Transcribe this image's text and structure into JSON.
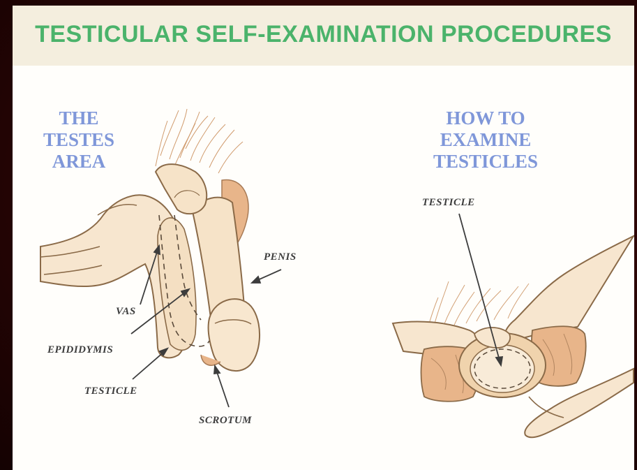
{
  "title": "TESTICULAR SELF-EXAMINATION PROCEDURES",
  "left_panel": {
    "heading": [
      "THE",
      "TESTES",
      "AREA"
    ],
    "labels": {
      "penis": "PENIS",
      "vas": "VAS",
      "epididymis": "EPIDIDYMIS",
      "testicle": "TESTICLE",
      "scrotum": "SCROTUM"
    }
  },
  "right_panel": {
    "heading": [
      "HOW TO",
      "EXAMINE",
      "TESTICLES"
    ],
    "labels": {
      "testicle": "TESTICLE"
    }
  },
  "colors": {
    "title": "#4bb36b",
    "heading": "#7f97d9",
    "skin": "#f6e3c8",
    "skin_dark": "#e9b88a",
    "outline": "#9a7450",
    "hair": "#c88a55",
    "background": "#2a0505"
  }
}
